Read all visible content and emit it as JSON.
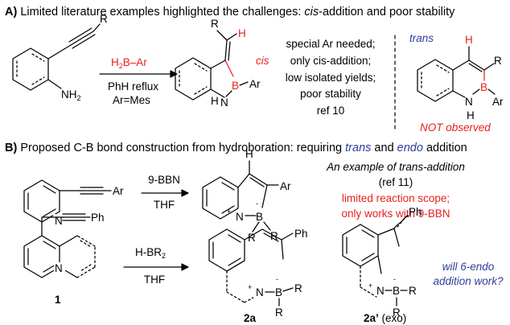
{
  "section_a": {
    "label": "A)",
    "title_pre": "Limited literature examples highlighted the challenges: ",
    "title_italic": "cis",
    "title_post": "-addition and poor stability",
    "sm": {
      "r": "R",
      "nh2": "NH",
      "nh2_sub": "2"
    },
    "reagent": {
      "top_h": "H",
      "top_sub": "2",
      "top_rest": "B–Ar",
      "cond1": "PhH reflux",
      "cond2": "Ar=Mes"
    },
    "product": {
      "r": "R",
      "h": "H",
      "cis": "cis",
      "b": "B",
      "ar": "Ar",
      "n": "N",
      "nh": "H"
    },
    "notes": [
      "special Ar needed;",
      "only cis-addition;",
      "low isolated yields;",
      "poor stability",
      "ref 10"
    ],
    "trans_box": {
      "trans": "trans",
      "h": "H",
      "r": "R",
      "b": "B",
      "ar": "Ar",
      "n": "N",
      "nh": "H",
      "not_observed": "NOT observed"
    }
  },
  "section_b": {
    "label": "B)",
    "title_pre": "Proposed C-B bond construction from hydroboration: requiring ",
    "title_trans": "trans",
    "title_and": " and ",
    "title_endo": "endo",
    "title_post": " addition",
    "row1": {
      "sm": {
        "n": "N",
        "ar": "Ar"
      },
      "reagent": "9-BBN",
      "solvent": "THF",
      "product": {
        "h": "H",
        "ar": "Ar",
        "n": "N",
        "plus": "+",
        "b": "B",
        "minus": "-",
        "r1": "R",
        "r2": "R"
      },
      "note_title": "An example of trans-addition",
      "note_ref": "(ref 11)",
      "note_red1": "limited reaction scope;",
      "note_red2": "only works with 9-BBN"
    },
    "row2": {
      "sm": {
        "ph": "Ph",
        "n": "N",
        "label": "1"
      },
      "reagent": "H-BR",
      "reagent_sub": "2",
      "solvent": "THF",
      "p2a": {
        "ph": "Ph",
        "n": "N",
        "plus": "+",
        "b": "B",
        "minus": "-",
        "r1": "R",
        "r2": "R",
        "label": "2a"
      },
      "p2a_exo": {
        "ph": "Ph",
        "n": "N",
        "plus": "+",
        "b": "B",
        "minus": "-",
        "r1": "R",
        "r2": "R",
        "label": "2a’",
        "label_suffix": " (exo)"
      },
      "question1": "will 6-endo",
      "question2": "addition work?"
    }
  }
}
